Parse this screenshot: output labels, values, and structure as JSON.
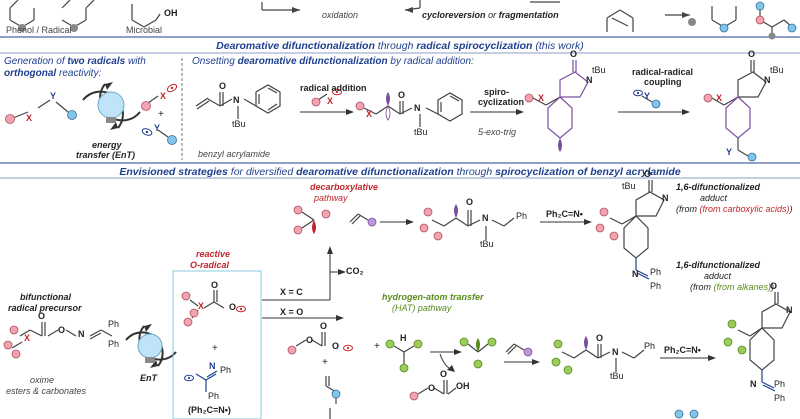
{
  "top": {
    "phenol_radical": "Phenol / Radical",
    "microbial": "Microbial",
    "oh": "OH",
    "oxidation": "oxidation",
    "cycloreversion": "cycloreversion",
    "or_word": "or",
    "fragmentation": "fragmentation"
  },
  "section1": {
    "title_pre": "Dearomative difunctionalization",
    "title_mid": " through ",
    "title_hl": "radical spirocyclization",
    "title_post": " (this work)"
  },
  "panel_left": {
    "heading_l1_pre": "Generation of ",
    "heading_l1_b": "two radicals",
    "heading_l1_post": " with",
    "heading_l2_b": "orthogonal",
    "heading_l2_post": " reactivity:",
    "x_label": "X",
    "y_label": "Y",
    "plus": "+",
    "ent_l1": "energy",
    "ent_l2": "transfer (EnT)"
  },
  "panel_right": {
    "heading_pre": "Onsetting ",
    "heading_b": "dearomative difunctionalization",
    "heading_post": " by radical addition:",
    "benzyl_acrylamide": "benzyl acrylamide",
    "n": "N",
    "o": "O",
    "tbu": "tBu",
    "radical_addition": "radical addition",
    "spiro_l1": "spiro-",
    "spiro_l2": "cyclization",
    "exo": "5-exo-trig",
    "rr_l1": "radical-radical",
    "rr_l2": "coupling",
    "x": "X",
    "y": "Y"
  },
  "section2": {
    "title_pre": "Envisioned strategies",
    "title_mid1": " for diversified ",
    "title_hl1": "dearomative difunctionalization",
    "title_mid2": " through ",
    "title_hl2": "spirocyclization of benzyl acrylamide"
  },
  "bottom": {
    "decarb_l1": "decarboxylative",
    "decarb_l2": "pathway",
    "reactive_l1": "reactive",
    "reactive_l2": "O-radical",
    "bif_l1": "bifunctional",
    "bif_l2": "radical precursor",
    "oxime_l1": "oxime",
    "oxime_l2": "esters & carbonates",
    "ent": "EnT",
    "ph2cn_box": "(Ph₂C=N•)",
    "x_eq_c": "X = C",
    "x_eq_o": "X = O",
    "co2": "CO₂",
    "hat_l1": "hydrogen-atom transfer",
    "hat_l2": "(HAT) pathway",
    "ph2cn": "Ph₂C=N•",
    "adduct1_l1": "1,6-difunctionalized",
    "adduct1_l2": "adduct",
    "adduct1_l3": "(from carboxylic acids)",
    "adduct2_l1": "1,6-difunctionalized",
    "adduct2_l2": "adduct",
    "adduct2_l3": "(from alkanes)",
    "ph": "Ph",
    "n": "N",
    "o": "O",
    "oh": "OH",
    "tbu": "tBu",
    "x": "X",
    "h": "H",
    "plus": "+"
  },
  "colors": {
    "blue": "#1f3f8f",
    "red": "#c0262d",
    "green": "#5a8a1e",
    "purple": "#7a4fa0",
    "pink": "#f2a3b0",
    "lightblue": "#7fc6e8",
    "lightgreen": "#9acd58"
  }
}
